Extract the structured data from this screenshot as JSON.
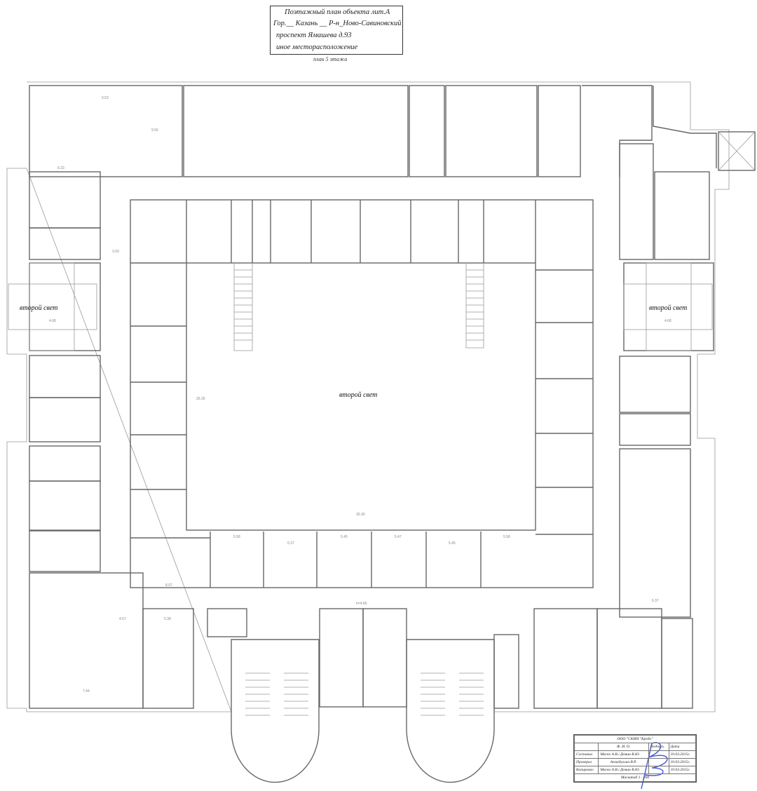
{
  "title_block": {
    "line1": "Поэтажный план объекта лит.А",
    "line2": "Гор.__ Казань __  Р-н_Ново-Савиновский",
    "line3": "проспект Ямашева  д.93",
    "line4": "иное месторасположение"
  },
  "subtitle": "план 5 этажа",
  "plan": {
    "void_labels": [
      "второй свет",
      "второй свет",
      "второй свет"
    ],
    "dimensions": [
      "9.53",
      "6.33",
      "9.56",
      "35.30",
      "26.26",
      "h=4.65",
      "8.07",
      "5.58",
      "5.37",
      "5.45",
      "5.47",
      "5.45",
      "5.58",
      "7.44",
      "4.57",
      "5.38",
      "3.00",
      "4.68",
      "4.68",
      "6.37"
    ]
  },
  "stamp": {
    "org": "ООО \"СКИН \"Кредо\"",
    "headers": [
      "",
      "Ф. И. О.",
      "Подпись",
      "Дата"
    ],
    "rows": [
      {
        "role": "Составил",
        "name": "Маско А.В./ Демин В.Ю.",
        "date": "10.03.2015г."
      },
      {
        "role": "Проверил",
        "name": "Ахмадуллин В.Р.",
        "date": "10.03.2015г."
      },
      {
        "role": "Копировал",
        "name": "Маско А.В./ Демин В.Ю.",
        "date": "10.03.2015г."
      }
    ],
    "scale": "Масштаб  1 : 200"
  }
}
